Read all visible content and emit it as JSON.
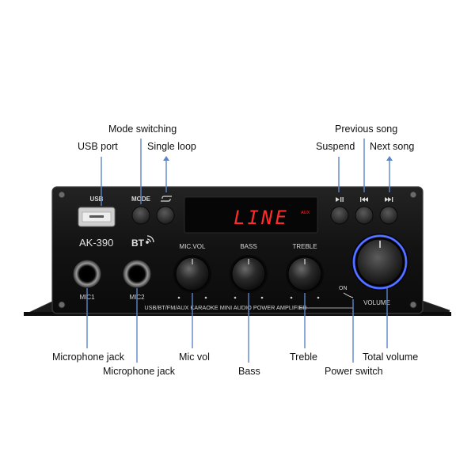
{
  "callouts": {
    "mode_switching": "Mode switching",
    "usb_port": "USB port",
    "single_loop": "Single loop",
    "previous_song": "Previous song",
    "suspend": "Suspend",
    "next_song": "Next song",
    "microphone_jack_1": "Microphone jack",
    "microphone_jack_2": "Microphone jack",
    "mic_vol": "Mic vol",
    "bass": "Bass",
    "treble": "Treble",
    "total_volume": "Total volume",
    "power_switch": "Power switch"
  },
  "panel": {
    "usb_label": "USB",
    "mode_label": "MODE",
    "model": "AK-390",
    "bt_label": "BT",
    "display_text": "LINE",
    "display_sub": "AUX",
    "mic_vol_label": "MIC.VOL",
    "bass_label": "BASS",
    "treble_label": "TREBLE",
    "mic1_label": "MIC1",
    "mic2_label": "MIC2",
    "bottom_text": "USB/BT/FM/AUX KARAOKE MINI AUDIO POWER AMPLIFIER",
    "on_label": "ON",
    "volume_label": "VOLUME"
  },
  "colors": {
    "panel": "#141414",
    "leader_line": "#5b86c9",
    "display_red": "#ff2a2a",
    "volume_ring": "#3d5bff"
  }
}
